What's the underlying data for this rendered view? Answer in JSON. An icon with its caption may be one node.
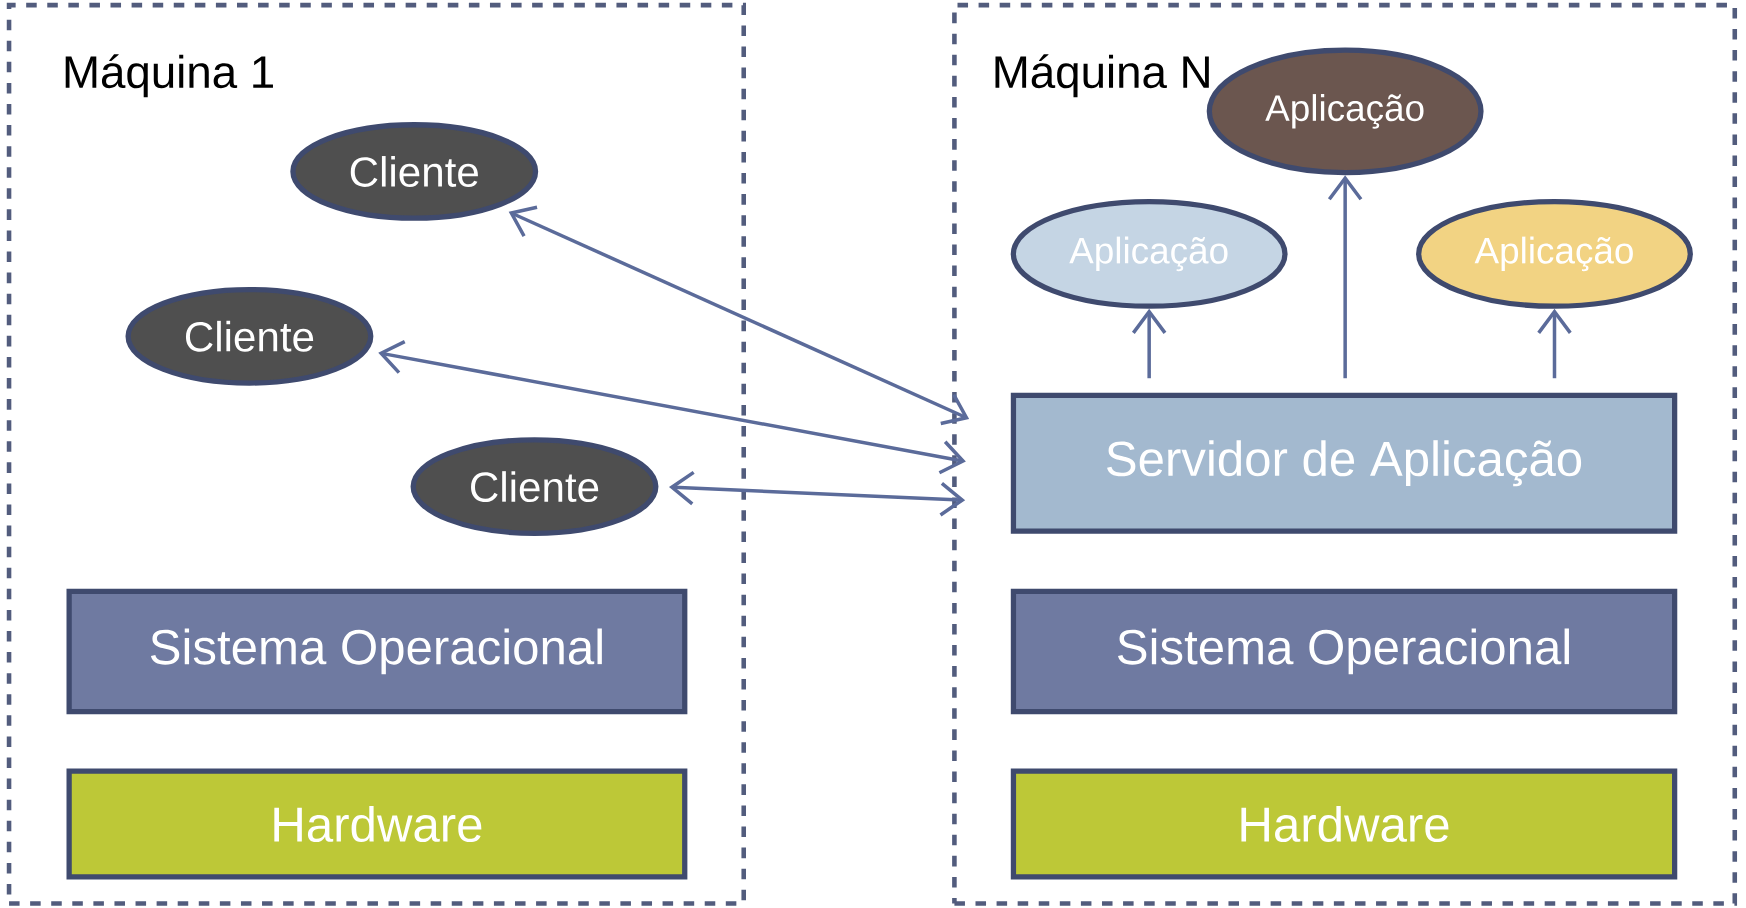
{
  "diagram": {
    "nodes": [
      {
        "text": [
          "Máquina 1"
        ]
      },
      {
        "text": [
          "Cliente"
        ],
        "in": 0
      },
      {
        "text": [
          "Cliente"
        ],
        "in": 0
      },
      {
        "text": [
          "Cliente"
        ],
        "in": 0
      },
      {
        "text": [
          "Sistema Operacional"
        ],
        "in": 0
      },
      {
        "text": [
          "Hardware"
        ],
        "in": 0
      },
      {
        "text": [
          "Máquina N"
        ]
      },
      {
        "text": [
          "Aplicação"
        ],
        "in": 6
      },
      {
        "text": [
          "Aplicação"
        ],
        "in": 6
      },
      {
        "text": [
          "Aplicação"
        ],
        "in": 6
      },
      {
        "text": [
          "Servidor de Aplicação"
        ],
        "in": 6
      },
      {
        "text": [
          "Sistema Operacional"
        ],
        "in": 6
      },
      {
        "text": [
          "Hardware"
        ],
        "in": 6
      }
    ],
    "edges": [
      {
        "from": 1,
        "to": 10,
        "arrow": "both"
      },
      {
        "from": 2,
        "to": 10,
        "arrow": "both"
      },
      {
        "from": 3,
        "to": 10,
        "arrow": "both"
      },
      {
        "from": 10,
        "to": 8,
        "arrow": "to"
      },
      {
        "from": 10,
        "to": 7,
        "arrow": "to"
      },
      {
        "from": 10,
        "to": 9,
        "arrow": "to"
      }
    ]
  }
}
